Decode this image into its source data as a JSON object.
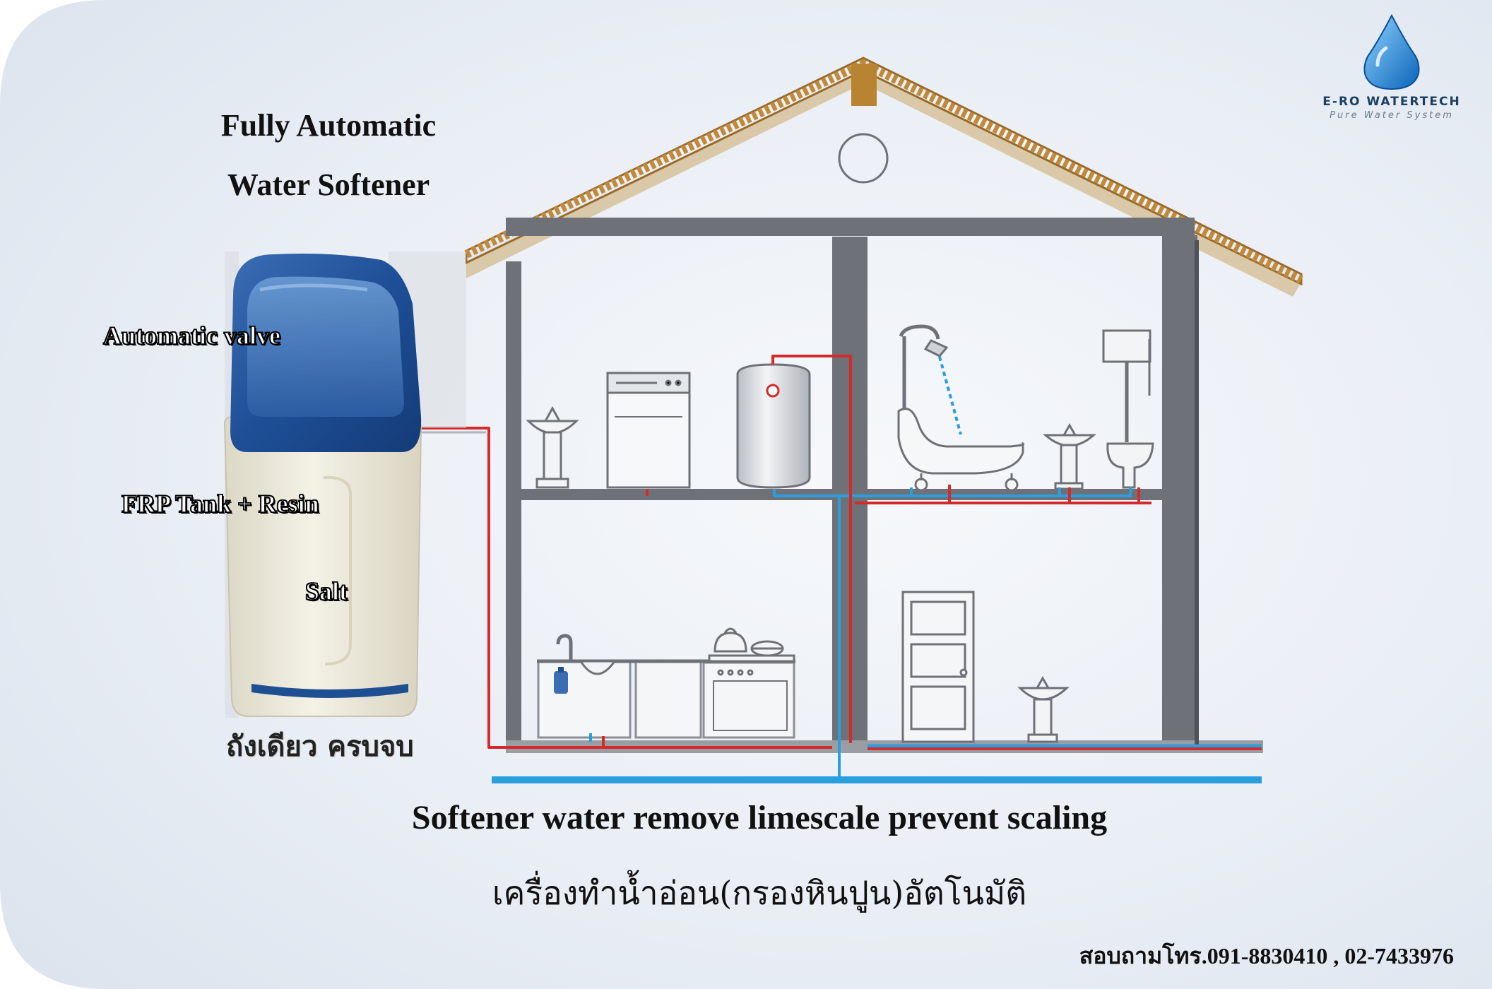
{
  "brand": {
    "name": "E-RO WATERTECH",
    "tagline": "Pure Water System",
    "logo_icon": "water-drop-icon",
    "logo_color": "#1a8fdc"
  },
  "title": {
    "line1": "Fully Automatic",
    "line2": "Water Softener"
  },
  "softener_labels": {
    "valve": "Automatic valve",
    "tank": "FRP Tank + Resin",
    "salt": "Salt"
  },
  "tagline_th": "ถังเดียว ครบจบ",
  "headline_en": "Softener water remove limescale prevent scaling",
  "headline_th": "เครื่องทำน้ำอ่อน(กรองหินปูน)อัตโนมัติ",
  "contact": "สอบถามโทร.091-8830410 , 02-7433976",
  "colors": {
    "hot_pipe": "#d42a2a",
    "cold_pipe": "#2a9fe0",
    "wall": "#6e7278",
    "roof": "#c08a3a",
    "softener_lid": "#1f4f93",
    "softener_body": "#efebdc"
  },
  "fixtures": [
    "pedestal-sink-icon",
    "dishwasher-icon",
    "water-heater-icon",
    "bathtub-shower-icon",
    "washbasin-icon",
    "toilet-icon",
    "kitchen-sink-icon",
    "stove-icon",
    "door-icon",
    "pedestal-sink-icon"
  ]
}
